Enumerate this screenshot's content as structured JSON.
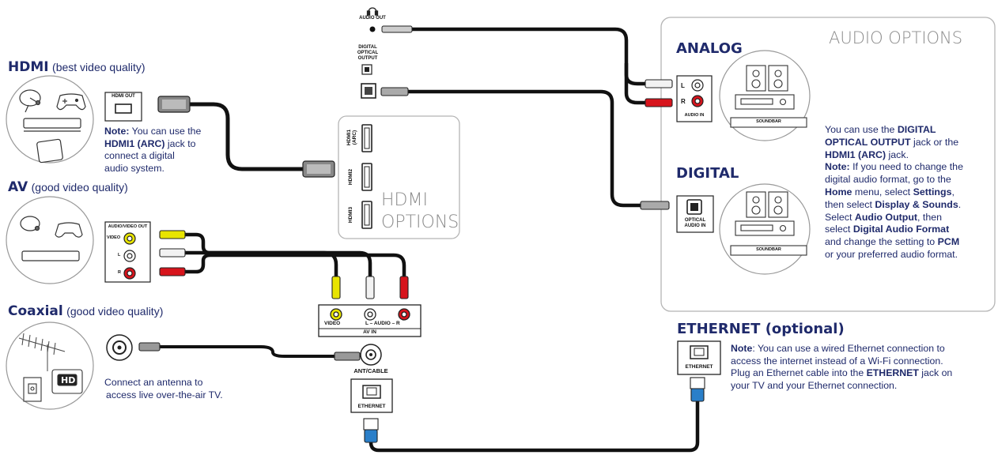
{
  "hdmi_section": {
    "heading": "HDMI",
    "quality": "(best video quality)",
    "port_label": "HDMI OUT",
    "note_label": "Note:",
    "note_lines": [
      " You can use the",
      "HDMI1 (ARC)",
      " jack to",
      "connect a digital",
      "audio system."
    ]
  },
  "av_section": {
    "heading": "AV",
    "quality": "(good video quality)",
    "port_label": "AUDIO/VIDEO OUT",
    "video": "VIDEO",
    "l": "L",
    "r": "R"
  },
  "coax_section": {
    "heading": "Coaxial",
    "quality": "(good video quality)",
    "note_line1": "Connect an antenna to",
    "note_line2": "access live over-the-air TV.",
    "hd_badge": "HD"
  },
  "tv_panel": {
    "audio_out": "AUDIO OUT",
    "optical_line1": "DIGITAL",
    "optical_line2": "OPTICAL",
    "optical_line3": "OUTPUT",
    "hdmi1": "HDMI1",
    "arc": "(ARC)",
    "hdmi2": "HDMI2",
    "hdmi3": "HDMI3",
    "hdmi_options_line1": "HDMI",
    "hdmi_options_line2": "OPTIONS",
    "av_in_video": "VIDEO",
    "av_in_l": "L",
    "av_in_audio": "AUDIO",
    "av_in_r": "R",
    "av_in_label": "AV IN",
    "ant_cable": "ANT/CABLE",
    "ethernet": "ETHERNET"
  },
  "audio_options": {
    "title": "AUDIO OPTIONS",
    "analog_heading": "ANALOG",
    "digital_heading": "DIGITAL",
    "l": "L",
    "r": "R",
    "audio_in": "AUDIO IN",
    "optical_in_line1": "OPTICAL",
    "optical_in_line2": "AUDIO IN",
    "soundbar": "SOUNDBAR",
    "note": {
      "l1a": "You can use the ",
      "l1b": "DIGITAL",
      "l2a": "OPTICAL OUTPUT",
      "l2b": " jack or the",
      "l3a": "HDMI1 (ARC)",
      "l3b": " jack.",
      "l4a": "Note:",
      "l4b": " If you need to change the",
      "l5": "digital audio format, go to the",
      "l6a": "Home",
      "l6b": " menu, select ",
      "l6c": "Settings",
      "l6d": ",",
      "l7a": "then select ",
      "l7b": "Display & Sounds",
      "l7c": ".",
      "l8a": "Select ",
      "l8b": "Audio Output",
      "l8c": ", then",
      "l9a": "select ",
      "l9b": "Digital Audio Format",
      "l10a": "and change the setting to ",
      "l10b": "PCM",
      "l11": "or your preferred audio format."
    }
  },
  "ethernet_section": {
    "heading": "ETHERNET (optional)",
    "port_label": "ETHERNET",
    "note_label": "Note",
    "l1": ": You can use a wired Ethernet connection to",
    "l2": "access the internet instead of a Wi-Fi connection.",
    "l3a": "Plug an Ethernet cable into the ",
    "l3b": "ETHERNET",
    "l3c": " jack on",
    "l4": "your TV and your Ethernet connection."
  },
  "colors": {
    "navy": "#1f2a6b",
    "cable": "#111111",
    "video_yellow": "#e8e400",
    "audio_red": "#d7141c",
    "ethernet_blue": "#2a7fc9",
    "panel_border": "#b5b5b5"
  }
}
